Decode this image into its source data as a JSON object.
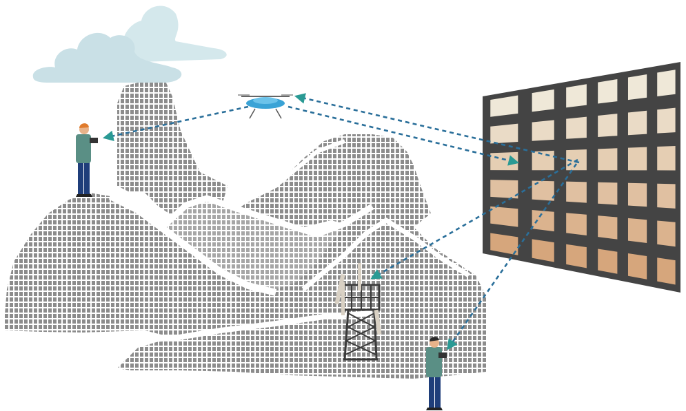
{
  "colors": {
    "sky_cloud": "#d4e8ec",
    "sky_cloud_back": "#c9e0e6",
    "terrain_dots": "#8c8c8c",
    "link_line": "#2a6f9a",
    "arrow_head": "#2a9a94",
    "panel_frame": "#444444",
    "panel_element_top": "#efe8d8",
    "panel_element_bottom": "#d6a67c",
    "drone_body": "#3aa3d6",
    "person_shirt": "#5a8f85",
    "person_pants": "#1f3e7a",
    "person_hair_left": "#e07b2c",
    "person_hair_right": "#2a2a2a",
    "tower_steel": "#3a3a3a",
    "tower_antenna": "#d9d1c4"
  },
  "elements": {
    "clouds": "cloud-icon",
    "terrain": "mountain-terrain",
    "drone": "drone-icon",
    "surface": "intelligent-reflecting-surface",
    "tower": "base-station-tower-icon",
    "user_left": "user-on-mountain",
    "user_right": "ground-user",
    "links": "signal-links"
  },
  "surface_grid": {
    "rows": 6,
    "cols": 6
  }
}
